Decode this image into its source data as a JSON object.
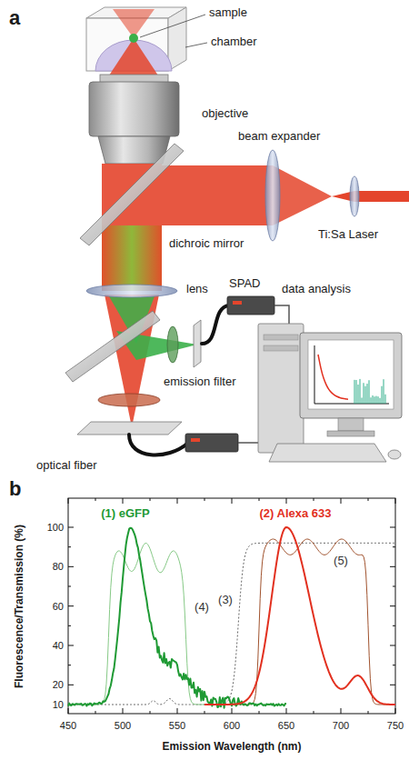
{
  "diagram": {
    "labels": [
      "a",
      "sample",
      "chamber",
      "objective",
      "beam expander",
      "dichroic mirror",
      "Ti:Sa Laser",
      "lens",
      "SPAD",
      "data analysis",
      "emission filter",
      "optical fiber",
      "b",
      "(1) eGFP",
      "(2) Alexa 633",
      "(5)",
      "(3)",
      "(4)",
      "Fluorescence/Transmission (%)",
      "100",
      "80",
      "60",
      "40",
      "20",
      "10",
      "450",
      "500",
      "550",
      "600",
      "650",
      "700",
      "750",
      "Emission Wavelength (nm)"
    ]
  }
}
